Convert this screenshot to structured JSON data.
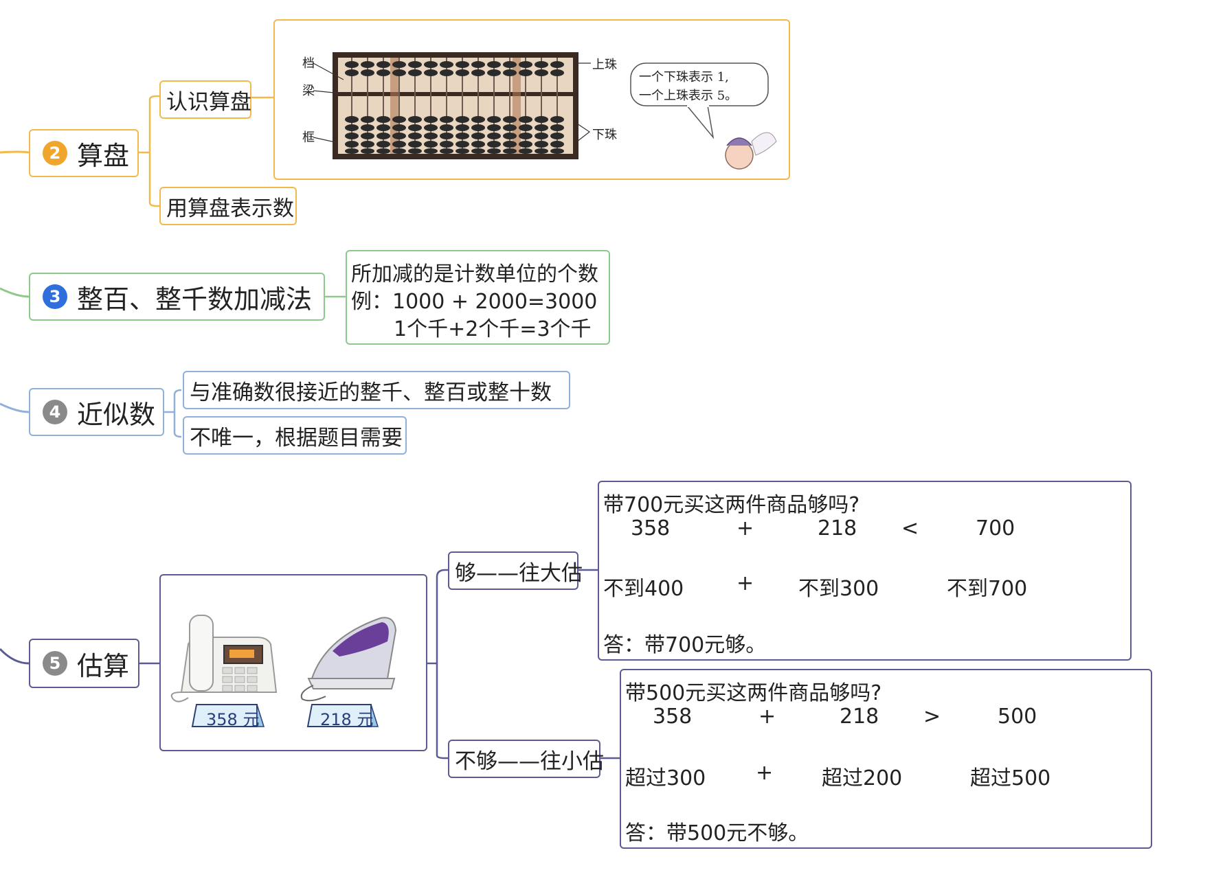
{
  "colors": {
    "orange": "#f3b94a",
    "green": "#8cc98a",
    "blue": "#8fb0d8",
    "purple": "#5b5a93",
    "num_orange": "#f0a52c",
    "num_blue": "#2f6fdc",
    "num_grey": "#8a8a8a"
  },
  "sections": {
    "s2": {
      "num": "2",
      "title": "算盘",
      "children": [
        "认识算盘",
        "用算盘表示数"
      ]
    },
    "s3": {
      "num": "3",
      "title": "整百、整千数加减法",
      "note": {
        "line1": "所加减的是计数单位的个数",
        "line2": "例：1000 + 2000=3000",
        "line3": "1个千+2个千=3个千"
      }
    },
    "s4": {
      "num": "4",
      "title": "近似数",
      "children": [
        "与准确数很接近的整千、整百或整十数",
        "不唯一，根据题目需要"
      ]
    },
    "s5": {
      "num": "5",
      "title": "估算",
      "branch1": "够——往大估",
      "branch2": "不够——往小估"
    }
  },
  "abacus": {
    "label_dang": "档",
    "label_liang": "梁",
    "label_kuang": "框",
    "label_upper": "上珠",
    "label_lower": "下珠",
    "bubble_line1": "一个下珠表示 1,",
    "bubble_line2": "一个上珠表示 5。"
  },
  "products": {
    "phone_price": "358 元",
    "iron_price": "218 元"
  },
  "case1": {
    "question": "带700元买这两件商品够吗?",
    "row1": [
      "358",
      "+",
      "218",
      "<",
      "700"
    ],
    "row2": [
      "不到400",
      "+",
      "不到300",
      "不到700"
    ],
    "answer": "答：带700元够。"
  },
  "case2": {
    "question": "带500元买这两件商品够吗?",
    "row1": [
      "358",
      "+",
      "218",
      ">",
      "500"
    ],
    "row2": [
      "超过300",
      "+",
      "超过200",
      "超过500"
    ],
    "answer": "答：带500元不够。"
  }
}
